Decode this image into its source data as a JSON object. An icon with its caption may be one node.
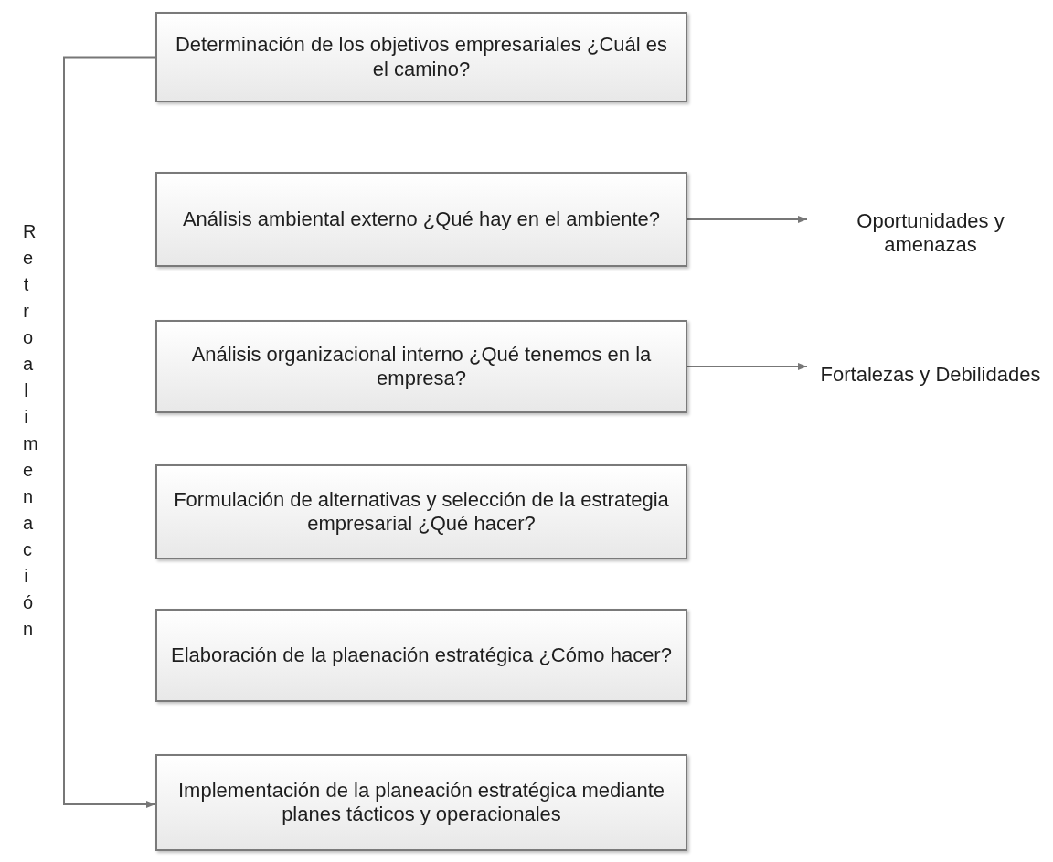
{
  "diagram": {
    "nodes": [
      {
        "text": [
          "Determinación de los objetivos empresariales ¿Cuál es el camino?"
        ]
      },
      {
        "text": [
          "Análisis ambiental externo ¿Qué hay en el ambiente?"
        ]
      },
      {
        "text": [
          "Análisis organizacional interno ¿Qué tenemos en la empresa?"
        ]
      },
      {
        "text": [
          "Formulación de alternativas y selección de la estrategia empresarial ¿Qué hacer?"
        ]
      },
      {
        "text": [
          "Elaboración de la plaenación estratégica ¿Cómo hacer?"
        ]
      },
      {
        "text": [
          "Implementación de la planeación estratégica mediante planes tácticos y operacionales"
        ]
      },
      {
        "text": [
          "Oportunidades y amenazas"
        ]
      },
      {
        "text": [
          "Fortalezas y Debilidades"
        ]
      }
    ],
    "edges": [
      {
        "from": 0,
        "to": 5,
        "arrow": "to",
        "label": "Retroalimenación"
      },
      {
        "from": 1,
        "to": 6,
        "arrow": "to"
      },
      {
        "from": 2,
        "to": 7,
        "arrow": "to"
      }
    ]
  }
}
